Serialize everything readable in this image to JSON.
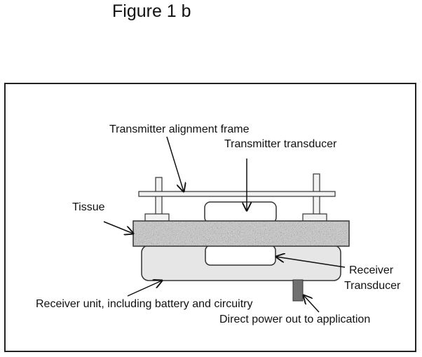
{
  "figure": {
    "title": "Figure 1 b"
  },
  "labels": {
    "alignment_frame": "Transmitter alignment frame",
    "transmitter_transducer": "Transmitter transducer",
    "tissue": "Tissue",
    "receiver_transducer_line1": "Receiver",
    "receiver_transducer_line2": "Transducer",
    "receiver_unit": "Receiver unit, including battery and circuitry",
    "power_out": "Direct power out to application"
  },
  "colors": {
    "outline": "#333333",
    "frame_fill": "#f2f2f2",
    "receiver_unit_fill": "#e6e6e6",
    "tissue_base": "#8a8a8a",
    "connector_fill": "#707070"
  }
}
